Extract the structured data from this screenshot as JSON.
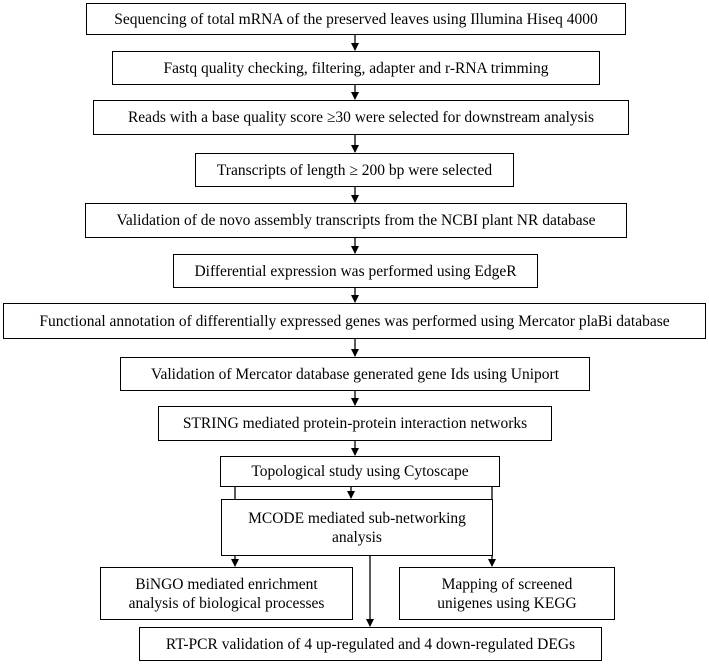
{
  "steps": {
    "s1": "Sequencing of total mRNA of the preserved leaves using Illumina Hiseq 4000",
    "s2": "Fastq quality checking, filtering, adapter and r-RNA trimming",
    "s3": "Reads with a base quality score ≥30 were selected for downstream analysis",
    "s4": "Transcripts of length ≥ 200 bp were selected",
    "s5": "Validation of de novo assembly transcripts from the NCBI plant NR database",
    "s6": "Differential expression was performed using EdgeR",
    "s7": "Functional annotation of differentially expressed genes was performed using Mercator plaBi database",
    "s8": "Validation of Mercator database generated gene Ids using Uniport",
    "s9": "STRING mediated protein-protein interaction networks",
    "s10": "Topological study using Cytoscape",
    "s11": "MCODE mediated sub-networking analysis",
    "s12": "BiNGO mediated enrichment analysis of biological processes",
    "s13": "Mapping of screened unigenes using KEGG",
    "s14": "RT-PCR validation of 4 up-regulated and 4 down-regulated DEGs"
  }
}
